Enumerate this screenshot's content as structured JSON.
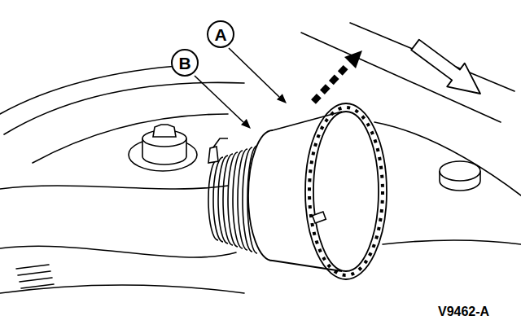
{
  "diagram": {
    "nodes": [
      {
        "text": [
          "A"
        ]
      },
      {
        "text": [
          "B"
        ]
      }
    ],
    "labels": [
      "V9462-A"
    ]
  }
}
